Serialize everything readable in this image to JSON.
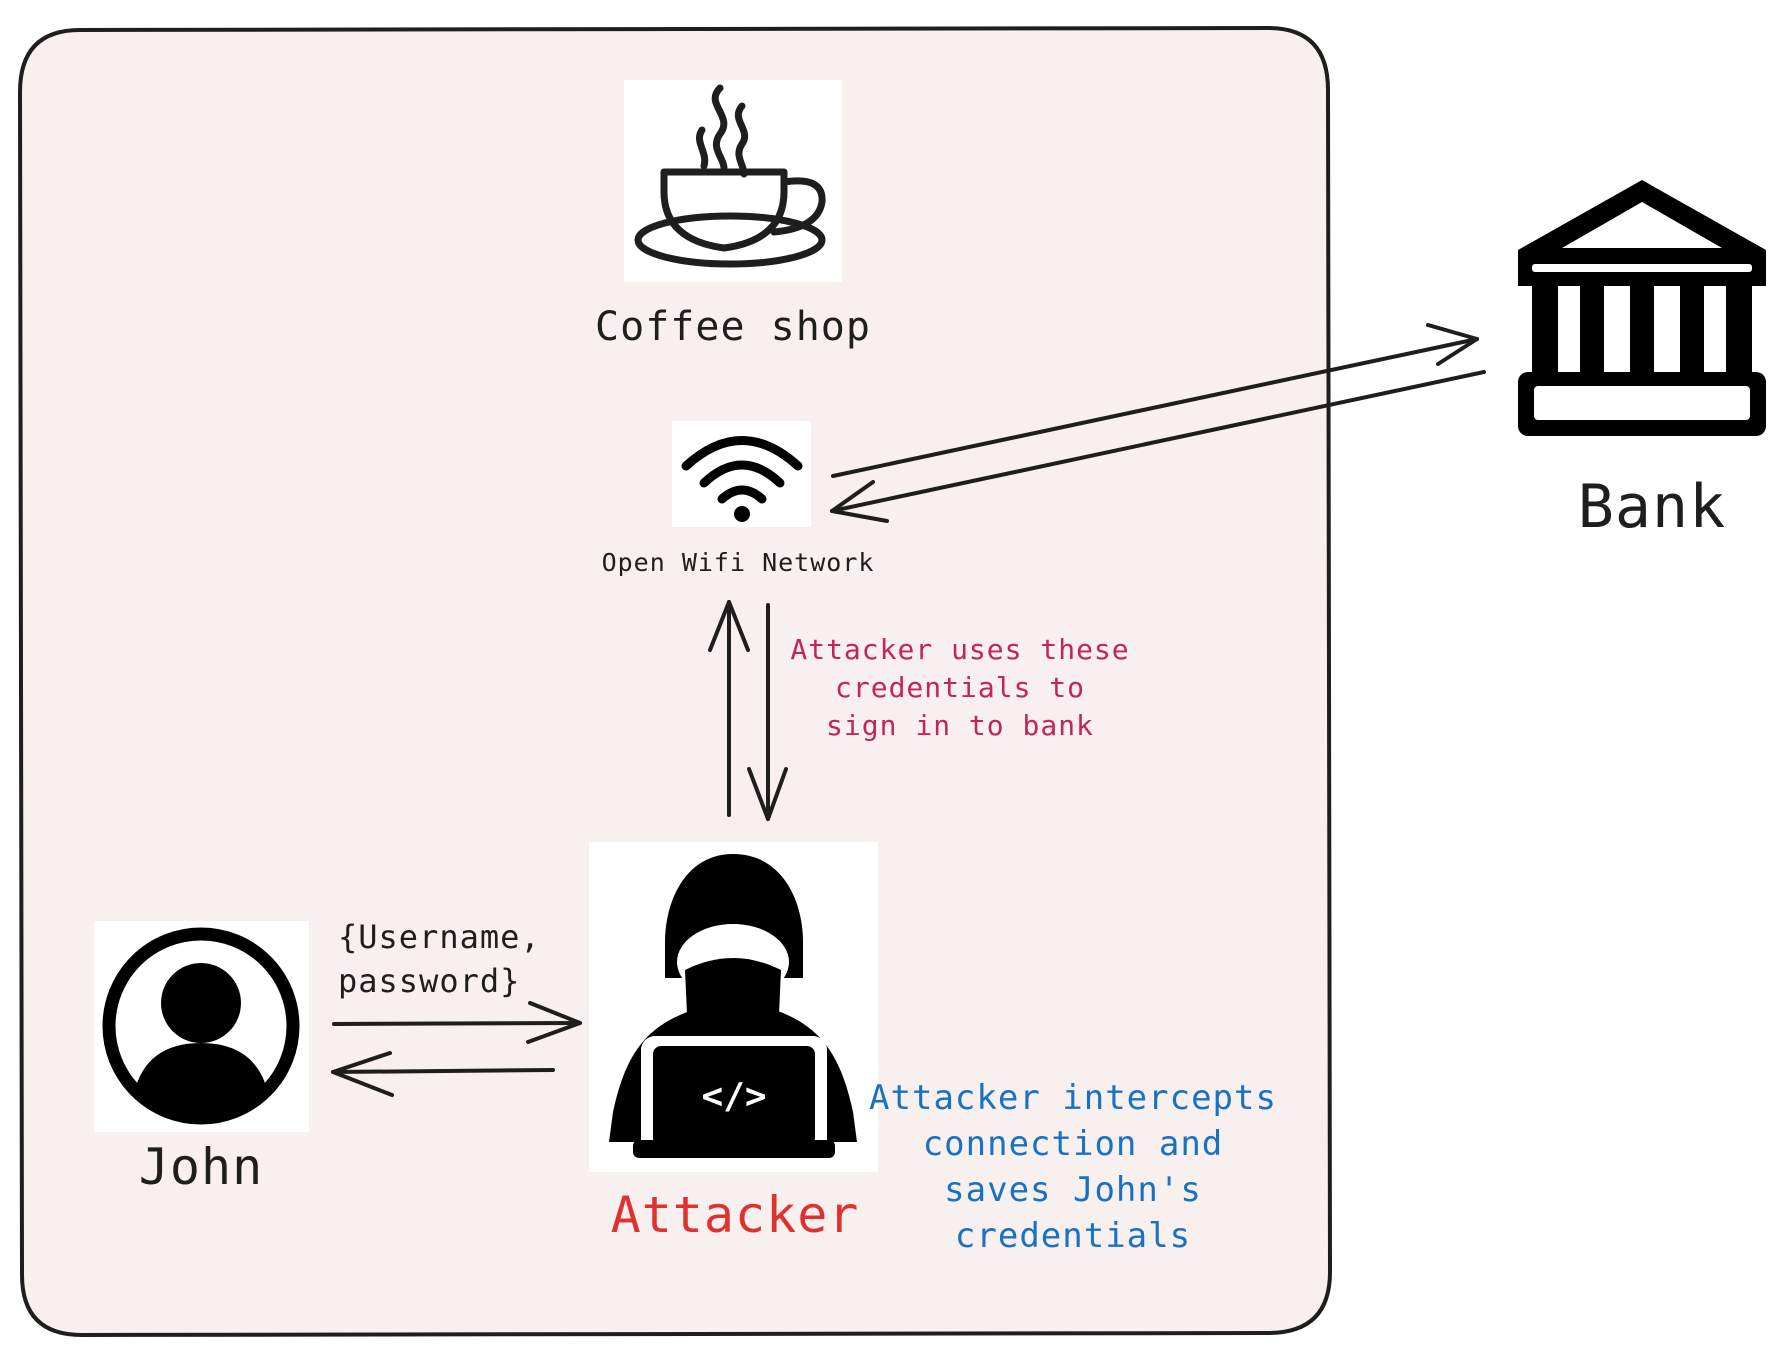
{
  "nodes": {
    "coffee_shop": {
      "label": "Coffee shop",
      "icon": "coffee-cup-icon"
    },
    "wifi": {
      "label": "Open Wifi Network",
      "icon": "wifi-icon"
    },
    "bank": {
      "label": "Bank",
      "icon": "bank-icon"
    },
    "john": {
      "label": "John",
      "icon": "user-avatar-icon"
    },
    "attacker": {
      "label": "Attacker",
      "icon": "hacker-laptop-icon",
      "label_color": "#e03131"
    }
  },
  "annotations": {
    "credentials": {
      "lines": [
        "{Username,",
        "password}"
      ],
      "color": "#1e1e1e"
    },
    "attacker_bank": {
      "lines": [
        "Attacker uses these",
        "credentials to",
        "sign in to bank"
      ],
      "color": "#c2255c"
    },
    "attacker_intercept": {
      "lines": [
        "Attacker intercepts",
        "connection and",
        "saves John's",
        "credentials"
      ],
      "color": "#1971c2"
    }
  },
  "colors": {
    "frame_fill": "#f7f0ee",
    "frame_stroke": "#1e1e1e",
    "ink": "#1e1e1e"
  }
}
